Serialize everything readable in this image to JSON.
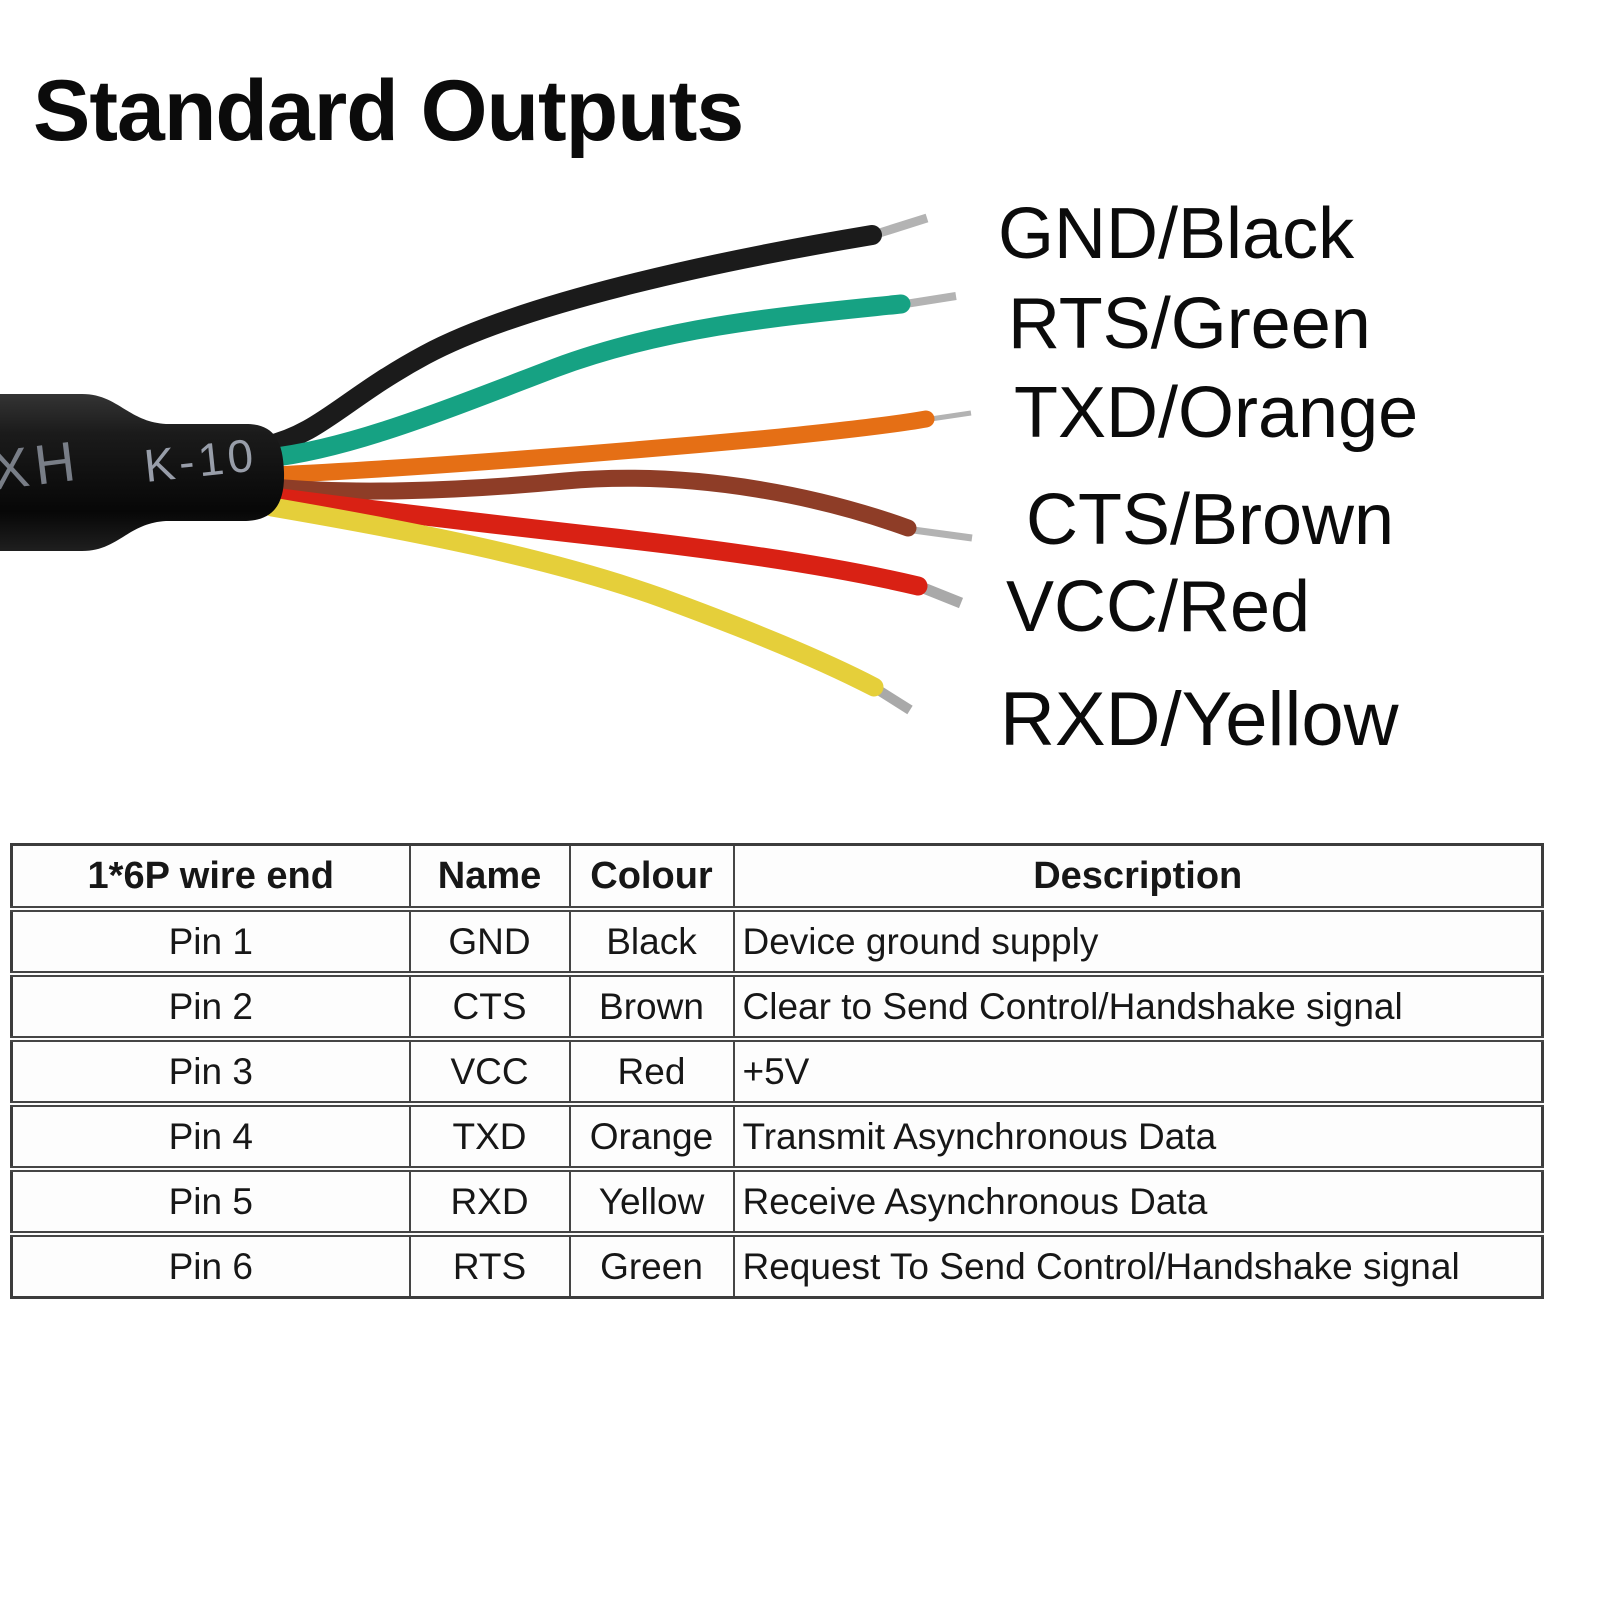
{
  "title": "Standard Outputs",
  "cable": {
    "sheath_markings": [
      "XH",
      "K-10"
    ],
    "sheath_color": "#141414",
    "marking_color": "#99a0ac",
    "tip_color": "#b3b3b3",
    "wires": [
      {
        "signal": "GND",
        "colour": "Black",
        "color": "#1b1b1b"
      },
      {
        "signal": "RTS",
        "colour": "Green",
        "color": "#16a283"
      },
      {
        "signal": "TXD",
        "colour": "Orange",
        "color": "#e56f15"
      },
      {
        "signal": "CTS",
        "colour": "Brown",
        "color": "#8e3d27"
      },
      {
        "signal": "VCC",
        "colour": "Red",
        "color": "#d92114"
      },
      {
        "signal": "RXD",
        "colour": "Yellow",
        "color": "#e5cf3a"
      }
    ]
  },
  "wire_labels": [
    {
      "label": "GND/Black"
    },
    {
      "label": "RTS/Green"
    },
    {
      "label": "TXD/Orange"
    },
    {
      "label": "CTS/Brown"
    },
    {
      "label": "VCC/Red"
    },
    {
      "label": "RXD/Yellow"
    }
  ],
  "table": {
    "headers": [
      "1*6P wire end",
      "Name",
      "Colour",
      "Description"
    ],
    "rows": [
      {
        "pin": "Pin 1",
        "name": "GND",
        "colour": "Black",
        "description": "Device ground supply"
      },
      {
        "pin": "Pin 2",
        "name": "CTS",
        "colour": "Brown",
        "description": "Clear to Send Control/Handshake signal"
      },
      {
        "pin": "Pin 3",
        "name": "VCC",
        "colour": "Red",
        "description": "+5V"
      },
      {
        "pin": "Pin 4",
        "name": "TXD",
        "colour": "Orange",
        "description": "Transmit Asynchronous Data"
      },
      {
        "pin": "Pin 5",
        "name": "RXD",
        "colour": "Yellow",
        "description": "Receive Asynchronous Data"
      },
      {
        "pin": "Pin 6",
        "name": "RTS",
        "colour": "Green",
        "description": "Request To Send Control/Handshake signal"
      }
    ]
  }
}
